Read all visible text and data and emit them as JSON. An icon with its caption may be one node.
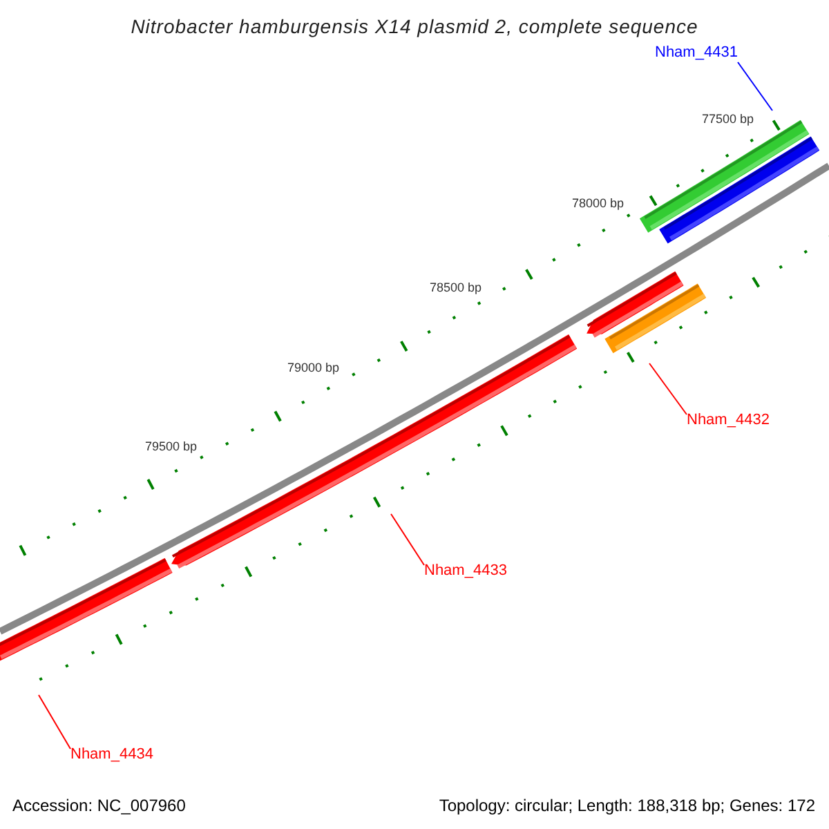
{
  "diagram": {
    "title": "Nitrobacter hamburgensis X14 plasmid 2, complete sequence",
    "nodes": [
      {
        "text": [
          "Nham_4431"
        ]
      },
      {
        "text": [
          "Nham_4432"
        ]
      },
      {
        "text": [
          "Nham_4433"
        ]
      },
      {
        "text": [
          "Nham_4434"
        ]
      }
    ],
    "edges": [
      {
        "from": 0,
        "to": null,
        "arrow": "none",
        "color": "#0000ff"
      },
      {
        "from": 1,
        "to": null,
        "arrow": "none"
      },
      {
        "from": 2,
        "to": null,
        "arrow": "none"
      },
      {
        "from": 3,
        "to": null,
        "arrow": "none"
      }
    ],
    "labels": [
      "77500 bp",
      "78000 bp",
      "78500 bp",
      "79000 bp",
      "79500 bp",
      "Accession: NC_007960",
      "Topology: circular; Length: 188,318 bp; Genes: 172"
    ]
  }
}
